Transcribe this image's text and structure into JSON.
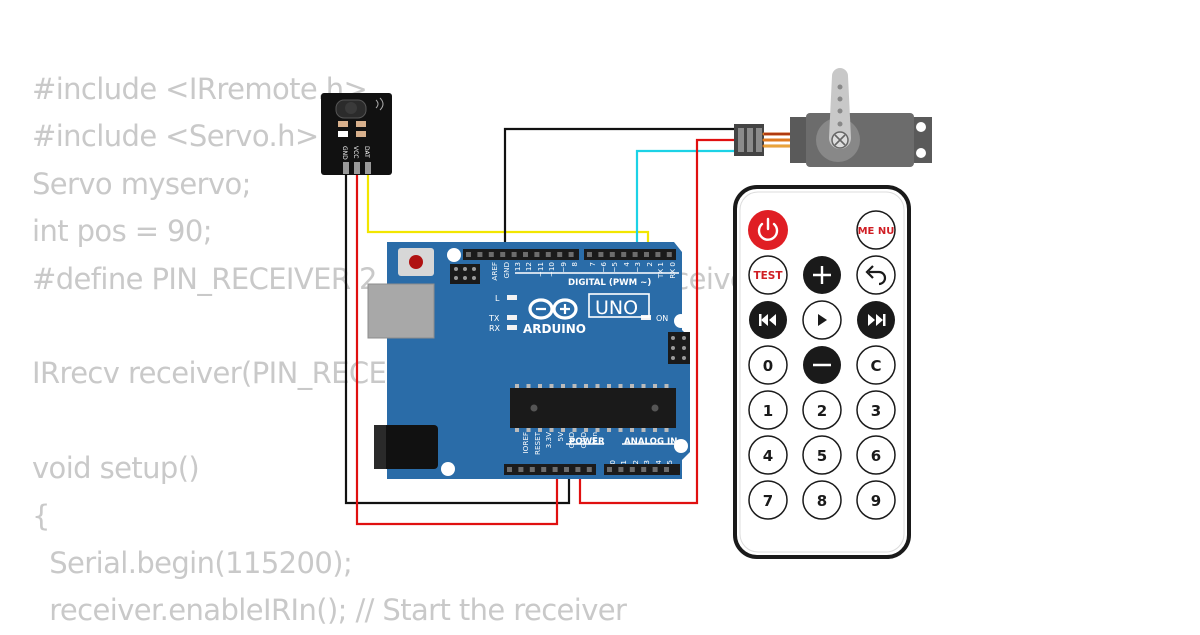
{
  "code_lines": [
    "#include <IRremote.h>",
    "#include <Servo.h>",
    "Servo myservo;",
    "int pos = 90;",
    "#define PIN_RECEIVER 2   // Signal Pin of IR receiver",
    "",
    "IRrecv receiver(PIN_RECEIVER);",
    "",
    "void setup()",
    "{",
    "  Serial.begin(115200);",
    "  receiver.enableIRIn(); // Start the receiver"
  ],
  "ir_receiver": {
    "pin_labels": [
      "GND",
      "VCC",
      "DAT"
    ]
  },
  "arduino": {
    "brand": "ARDUINO",
    "model": "UNO",
    "digital_label": "DIGITAL (PWM ~)",
    "digital_pins": [
      "AREF",
      "GND",
      "13",
      "12",
      "~11",
      "~10",
      "~9",
      "8",
      "7",
      "~6",
      "~5",
      "4",
      "~3",
      "2",
      "TX 1",
      "RX 0"
    ],
    "led_l": "L",
    "led_tx": "TX",
    "led_rx": "RX",
    "led_on": "ON",
    "power_label": "POWER",
    "analog_label": "ANALOG IN",
    "power_pins": [
      "IOREF",
      "RESET",
      "3.3V",
      "5V",
      "GND",
      "GND",
      "Vin"
    ],
    "analog_pins": [
      "A0",
      "A1",
      "A2",
      "A3",
      "A4",
      "A5"
    ]
  },
  "remote": {
    "menu": "ME NU",
    "test": "TEST",
    "c": "C",
    "digits": [
      "0",
      "1",
      "2",
      "3",
      "4",
      "5",
      "6",
      "7",
      "8",
      "9"
    ]
  },
  "colors": {
    "wire_black": "#111111",
    "wire_red": "#e01010",
    "wire_yellow": "#f2e600",
    "wire_cyan": "#1cd2e6",
    "board_blue": "#2a6ca8",
    "code_text": "#c9c9c9"
  }
}
